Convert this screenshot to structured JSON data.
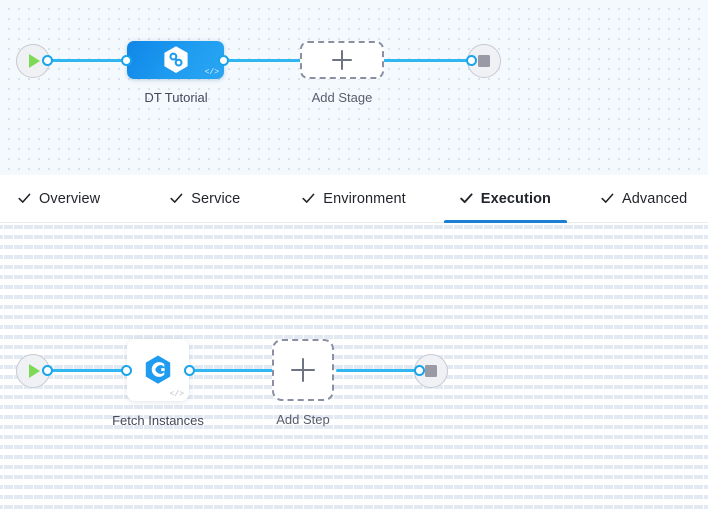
{
  "theme": {
    "accent_blue": "#1b7fd4",
    "edge_blue": "#30b6f0",
    "port_blue": "#18a5ec",
    "stage_node_blue": "#1f9cf0",
    "canvas_stages_bg": "#f4f9fd",
    "canvas_steps_bg": "#ffffff",
    "dashed_border": "#8b8fa3",
    "start_green": "#7ed957",
    "stop_gray": "#9a9aa6"
  },
  "stage_canvas": {
    "name": "stages-canvas",
    "start_node": {
      "icon": "play-icon",
      "label": ""
    },
    "stage": {
      "label": "DT Tutorial",
      "icon": "hexagon-infinity-icon",
      "badge": "</>"
    },
    "add_stage": {
      "label": "Add Stage",
      "icon": "plus-icon"
    },
    "end_node": {
      "icon": "stop-icon",
      "label": ""
    }
  },
  "tabs": {
    "name": "stage-config-tabs",
    "items": [
      {
        "label": "Overview",
        "icon": "check-icon",
        "active": false
      },
      {
        "label": "Service",
        "icon": "check-icon",
        "active": false
      },
      {
        "label": "Environment",
        "icon": "check-icon",
        "active": false
      },
      {
        "label": "Execution",
        "icon": "check-icon",
        "active": true
      },
      {
        "label": "Advanced",
        "icon": "check-icon",
        "active": false
      }
    ]
  },
  "step_canvas": {
    "name": "steps-canvas",
    "start_node": {
      "icon": "play-icon",
      "label": ""
    },
    "step": {
      "label": "Fetch Instances",
      "icon": "hexagon-shell-script-icon",
      "badge": "</>"
    },
    "add_step": {
      "label": "Add Step",
      "icon": "plus-icon"
    },
    "end_node": {
      "icon": "stop-icon",
      "label": ""
    }
  }
}
